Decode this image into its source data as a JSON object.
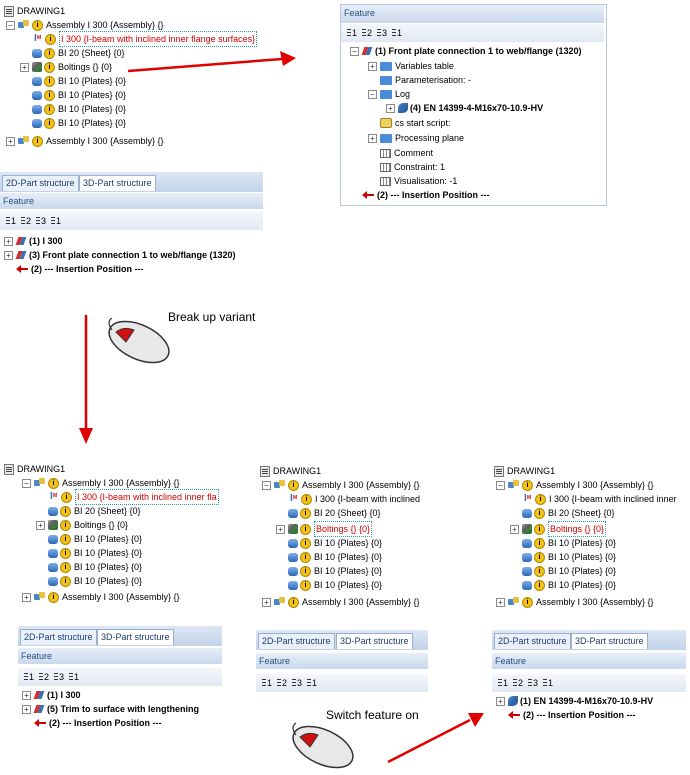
{
  "tree1": {
    "root": "DRAWING1",
    "asm": "Assembly I 300 {Assembly} {}",
    "beam": "I 300 {I-beam with inclined inner flange surfaces}",
    "sheet": "BI 20 {Sheet} {0}",
    "boltings": "Boltings {} {0}",
    "plate": "BI 10 {Plates} {0}",
    "asm2": "Assembly I 300 {Assembly} {}"
  },
  "tabs": {
    "tab2d": "2D-Part structure",
    "tab3d": "3D-Part structure"
  },
  "feature_label": "Feature",
  "toolbar": {
    "b1": "1",
    "b2": "2",
    "b3": "3",
    "b4": "1"
  },
  "feat1": {
    "r1": "(1) I 300",
    "r2": "(3) Front plate connection 1 to web/flange (1320)",
    "r3": "(2) --- Insertion Position ---"
  },
  "featpanel": {
    "title": "Feature",
    "r0": "(1) Front plate connection 1 to web/flange (1320)",
    "vars": "Variables table",
    "param": "Parameterisation: -",
    "log": "Log",
    "en": "(4)  EN 14399-4-M16x70-10.9-HV",
    "script": "cs start script:",
    "plane": "Processing plane",
    "comment": "Comment",
    "constraint": "Constraint: 1",
    "visual": "Visualisation: -1",
    "insert": "(2) --- Insertion Position ---"
  },
  "caption_break": "Break up variant",
  "caption_switch": "Switch feature on",
  "tree2": {
    "root": "DRAWING1",
    "asm": "Assembly I 300 {Assembly} {}",
    "beam": "I 300 {I-beam with inclined inner fla",
    "sheet": "BI 20 {Sheet} {0}",
    "boltings": "Boltings {} {0}",
    "plate": "BI 10 {Plates} {0}",
    "asm2": "Assembly I 300 {Assembly} {}"
  },
  "feat2": {
    "r1": "(1) I 300",
    "r2": "(5) Trim to surface with lengthening",
    "r3": "(2) --- Insertion Position ---"
  },
  "tree3": {
    "root": "DRAWING1",
    "asm": "Assembly I 300 {Assembly} {}",
    "beam": "I 300 {I-beam with inclined",
    "sheet": "BI 20 {Sheet} {0}",
    "boltings": "Boltings {} {0}",
    "plate": "BI 10 {Plates} {0}",
    "asm2": "Assembly I 300 {Assembly} {}"
  },
  "tree4": {
    "root": "DRAWING1",
    "asm": "Assembly I 300 {Assembly} {}",
    "beam": "I 300 {I-beam with inclined inner",
    "sheet": "BI 20 {Sheet} {0}",
    "boltings": "Boltings {} {0}",
    "plate": "BI 10 {Plates} {0}",
    "asm2": "Assembly I 300 {Assembly} {}"
  },
  "feat4": {
    "r1": "(1)  EN 14399-4-M16x70-10.9-HV",
    "r2": "(2) --- Insertion Position ---"
  },
  "colors": {
    "accent_red": "#e00000",
    "header_blue": "#2a4f86"
  }
}
